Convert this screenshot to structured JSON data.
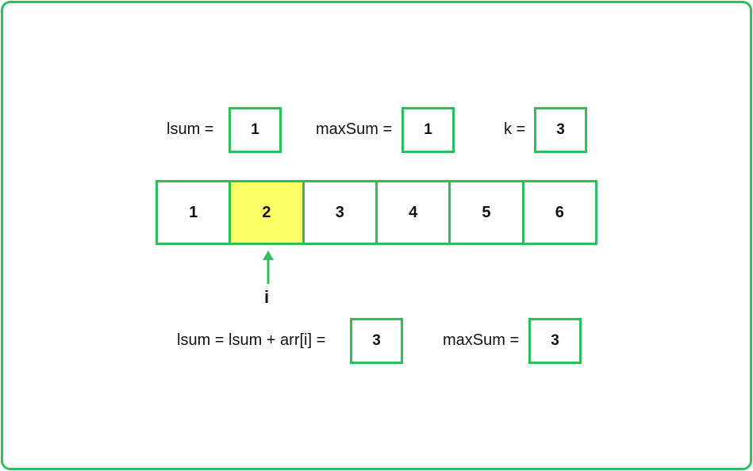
{
  "colors": {
    "accent": "#2fbf5a",
    "highlight": "#ffff66"
  },
  "top": {
    "lsum_label": "lsum =",
    "lsum_value": "1",
    "maxsum_label": "maxSum =",
    "maxsum_value": "1",
    "k_label": "k =",
    "k_value": "3"
  },
  "array": {
    "cells": [
      "1",
      "2",
      "3",
      "4",
      "5",
      "6"
    ],
    "highlighted_index": 1
  },
  "pointer": {
    "label": "i"
  },
  "bottom": {
    "update_label": "lsum = lsum + arr[i] =",
    "update_value": "3",
    "maxsum_label": "maxSum =",
    "maxsum_value": "3"
  }
}
